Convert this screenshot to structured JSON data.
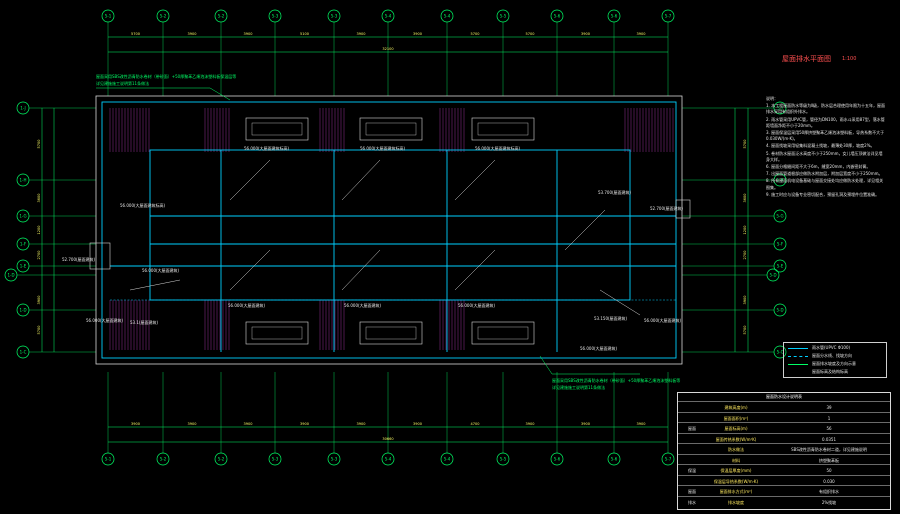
{
  "title": {
    "text": "屋面排水平面图",
    "scale": "1:100"
  },
  "grid": {
    "top_bubbles": [
      "5-1",
      "5-2",
      "5-3",
      "5-4",
      "5-5",
      "5-6",
      "5-7"
    ],
    "bottom_bubbles": [
      "5-1",
      "5-2",
      "5-3",
      "5-4",
      "5-5",
      "5-6",
      "5-7"
    ],
    "left_bubbles": [
      "1-J",
      "1-H",
      "1-G",
      "1-F",
      "1-E",
      "1-D",
      "1-C"
    ],
    "right_bubbles": [
      "5-J",
      "5-H",
      "5-G",
      "5-F",
      "5-E",
      "5-D",
      "5-C"
    ]
  },
  "dims": {
    "top_parts": [
      "5700",
      "3900",
      "3900",
      "5100",
      "3900",
      "3900",
      "5700"
    ],
    "top_total": "32100",
    "bottom_parts": [
      "3900",
      "3900",
      "3900",
      "3900",
      "3900",
      "3900",
      "4700"
    ],
    "bottom_total": "30660",
    "left_parts": [
      "5700",
      "3600",
      "1200",
      "2700",
      "3900"
    ],
    "right_parts": [
      "5700",
      "3600",
      "1200",
      "2700",
      "3900"
    ]
  },
  "levels": [
    "56.000(大屋面建筑标高)",
    "56.000(大屋面建筑标高)",
    "56.000(大屋面建筑标高)",
    "56.000(大屋面建筑标高)",
    "53.700(屋面建筑)",
    "52.700(屋面建筑)",
    "52.700(屋面建筑)",
    "56.000(大屋面建筑)",
    "56.000(大屋面建筑)",
    "56.000(大屋面建筑)",
    "56.000(大屋面建筑)",
    "56.000(大屋面建筑)",
    "53.1(屋面建筑)",
    "53.150(屋面建筑)",
    "56.000(大屋面建筑)",
    "56.000(大屋面建筑)"
  ],
  "callouts": {
    "top": "屋面采用SBS改性沥青防水卷材（带砂面）+50厚聚苯乙烯泡沫塑料板保温层等",
    "top2": "详见建施施工说明第11条做法",
    "bottom": "屋面采用SBS改性沥青防水卷材（带砂面）+50厚聚苯乙烯泡沫塑料板等",
    "bottom2": "详见建施施工说明第11条做法"
  },
  "notes": [
    "说明：",
    "1. 本工程屋面防水等级为Ⅱ级，防水层合理使用年限为十五年，屋面排水采用有组织外排水。",
    "2. 雨水管采用UPVC管，管径为DN100，雨水斗采用87型，落水管距墙面净距不小于20mm。",
    "3. 屋面保温层采用50厚挤塑聚苯乙烯泡沫塑料板，导热系数不大于0.030W/(m·K)。",
    "4. 屋面找坡采用轻集料混凝土找坡，最薄处30厚，坡度2%。",
    "5. 卷材防水屋面泛水高度不小于250mm，女儿墙压顶做法详见墙身大样。",
    "6. 屋面分格缝间距不大于6m，缝宽20mm，内嵌密封膏。",
    "7. 出屋面管道根部应做防水附加层，附加层宽度不小于250mm。",
    "8. 所有屋面机电设备基础与屋面交接处均应做防水处理，详见相关图集。",
    "9. 施工时应与设备专业密切配合，预留孔洞及预埋件位置准确。"
  ],
  "legend": {
    "items": [
      "雨水管(UPVC Φ100)",
      "屋面分水线、找坡方向",
      "屋面排水坡度及方向示意",
      "屋面标高及结构标高"
    ]
  },
  "table": {
    "title": "屋面防水设计说明表",
    "rows": [
      {
        "c1": "",
        "c2": "建筑高度(m)",
        "c3": "39"
      },
      {
        "c1": "",
        "c2": "屋面面积(m²)",
        "c3": "1"
      },
      {
        "c1": "屋面",
        "c2": "屋面标高(m)",
        "c3": "56"
      },
      {
        "c1": "",
        "c2": "屋面传热系数(W/m²K)",
        "c3": "0.0351"
      },
      {
        "c1": "",
        "c2": "防水做法",
        "c3": "SBS改性沥青防水卷材二道，详见建施说明"
      },
      {
        "c1": "",
        "c2": "材料",
        "c3": "挤塑聚苯板"
      },
      {
        "c1": "保温",
        "c2": "保温层厚度(mm)",
        "c3": "50"
      },
      {
        "c1": "",
        "c2": "保温层导热系数(W/m·K)",
        "c3": "0.030"
      },
      {
        "c1": "屋面",
        "c2": "屋面排水方式(m²)",
        "c3": "有组织排水"
      },
      {
        "c1": "排水",
        "c2": "排水坡度",
        "c3": "2%找坡"
      }
    ]
  },
  "colors": {
    "grid": "#00ff66",
    "wall": "#00d0ff",
    "dim": "#ffff66",
    "hatch": "#c040c0",
    "title": "#ff5050"
  }
}
